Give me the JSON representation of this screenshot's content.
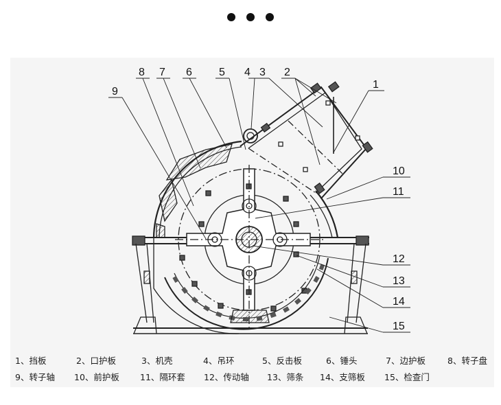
{
  "header": {
    "dot_count": 3,
    "dot_color": "#111111"
  },
  "callouts": [
    "1",
    "2",
    "3",
    "4",
    "5",
    "6",
    "7",
    "8",
    "9",
    "10",
    "11",
    "12",
    "13",
    "14",
    "15"
  ],
  "legend": {
    "rows": [
      [
        {
          "text": "1、挡板"
        },
        {
          "text": "2、口护板"
        },
        {
          "text": "3、机壳"
        },
        {
          "text": "4、吊环"
        },
        {
          "text": "5、反击板"
        },
        {
          "text": "6、锤头"
        },
        {
          "text": "7、边护板"
        },
        {
          "text": "8、转子盘"
        }
      ],
      [
        {
          "text": "9、转子轴"
        },
        {
          "text": "10、前护板"
        },
        {
          "text": "11、隔环套"
        },
        {
          "text": "12、传动轴"
        },
        {
          "text": "13、筛条"
        },
        {
          "text": "14、支筛板"
        },
        {
          "text": "15、检查门"
        }
      ]
    ]
  },
  "colors": {
    "panel_bg": "#f5f5f5",
    "line": "#222222",
    "text": "#1c1c1c"
  }
}
